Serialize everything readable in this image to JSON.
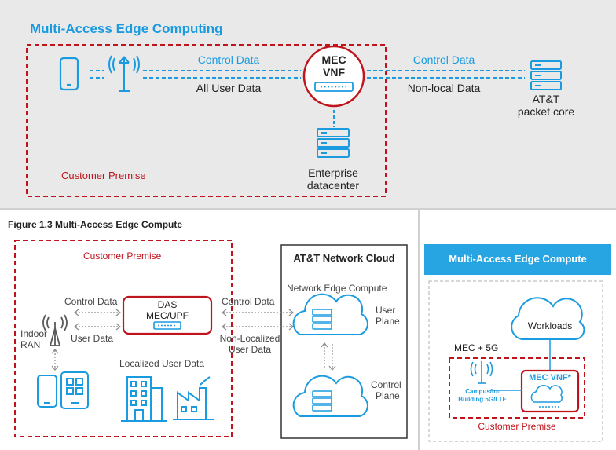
{
  "top": {
    "title": "Multi-Access Edge Computing",
    "control_data_left": "Control Data",
    "all_user_data": "All User Data",
    "mec_line1": "MEC",
    "mec_line2": "VNF",
    "control_data_right": "Control Data",
    "non_local_data": "Non-local Data",
    "att_line1": "AT&T",
    "att_line2": "packet core",
    "customer_premise": "Customer Premise",
    "enterprise_line1": "Enterprise",
    "enterprise_line2": "datacenter"
  },
  "left": {
    "figure_title": "Figure 1.3 Multi-Access Edge Compute",
    "customer_premise": "Customer Premise",
    "control_data": "Control Data",
    "user_data": "User Data",
    "das_line1": "DAS",
    "das_line2": "MEC/UPF",
    "indoor_line1": "Indoor",
    "indoor_line2": "RAN",
    "localized_user_data": "Localized User Data",
    "control_data_mid": "Control Data",
    "non_localized_line1": "Non-Localized",
    "non_localized_line2": "User Data",
    "cloud_title": "AT&T Network Cloud",
    "network_edge": "Network Edge Compute",
    "user_plane_line1": "User",
    "user_plane_line2": "Plane",
    "control_plane_line1": "Control",
    "control_plane_line2": "Plane"
  },
  "right": {
    "title": "Multi-Access Edge Compute",
    "workloads": "Workloads",
    "mec_5g": "MEC + 5G",
    "campus_line1": "Campus/In-",
    "campus_line2": "Building 5G/LTE",
    "mec_vnf": "MEC VNF*",
    "customer_premise": "Customer Premise"
  },
  "colors": {
    "accent_blue": "#1a9be0",
    "premise_red": "#c0141c",
    "panel_gray": "#e9e9e9",
    "title_bar_blue": "#27a5e3"
  }
}
